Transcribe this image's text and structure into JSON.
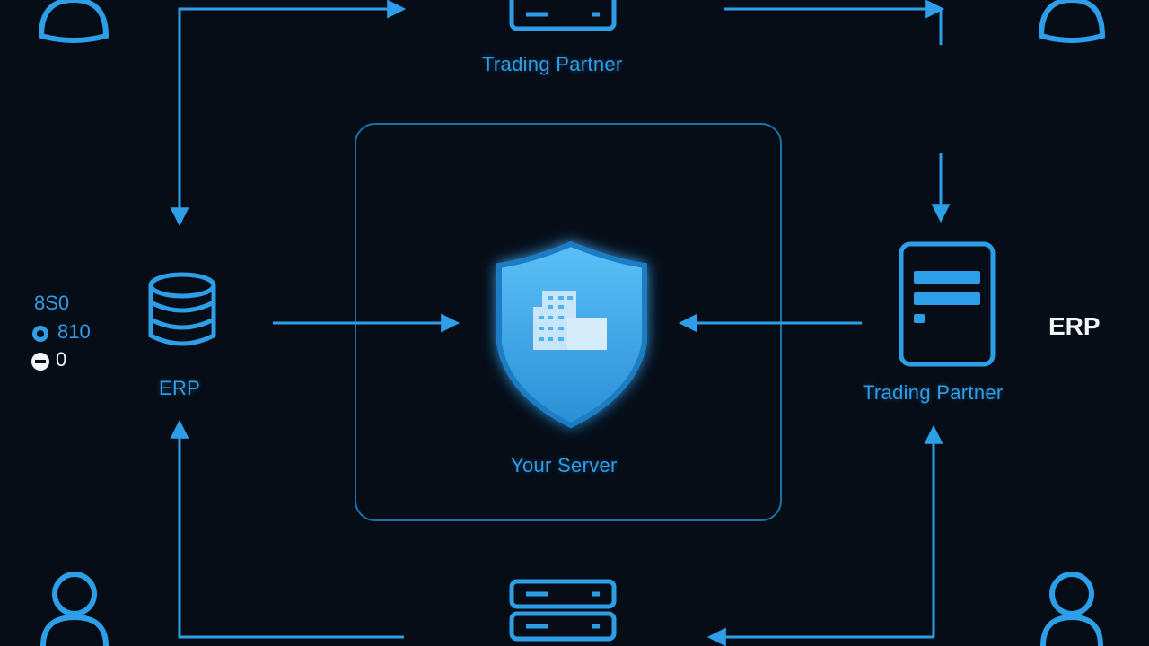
{
  "colors": {
    "background": "#060d17",
    "accent": "#2d9ee8",
    "shield_fill": "#4fb4f2",
    "white_text": "#f2f6fb"
  },
  "nodes": {
    "top_partner_label": "Trading Partner",
    "right_partner_label": "Trading Partner",
    "left_erp_label": "ERP",
    "right_erp_label": "ERP",
    "center_label": "Your Server"
  },
  "side_glyphs": {
    "line1": "8S0",
    "line2": "810",
    "line3": "0"
  },
  "icons": {
    "users": "user-icon",
    "database": "database-icon",
    "server": "server-rack-icon",
    "tower": "server-tower-icon",
    "shield": "shield-building-icon"
  }
}
